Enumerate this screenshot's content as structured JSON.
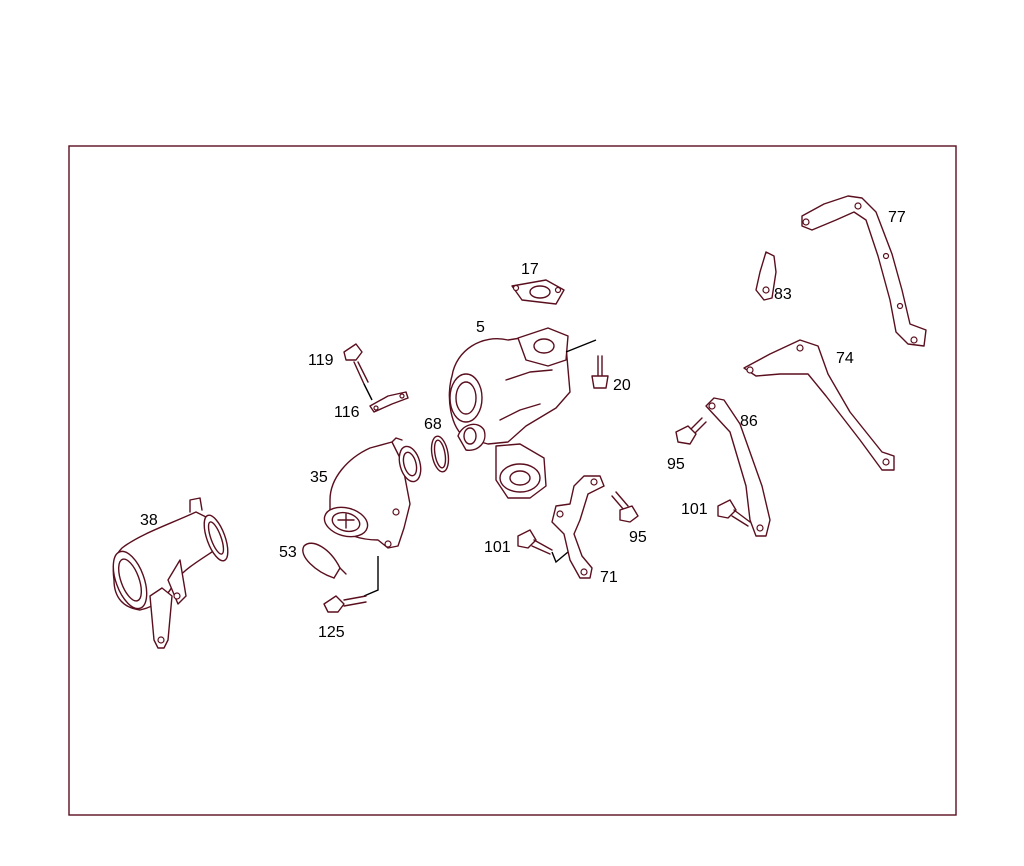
{
  "colors": {
    "frame": "#5a0f1e",
    "line": "#5a0f1e",
    "text": "#000000",
    "background": "#ffffff"
  },
  "callouts": {
    "c5": "5",
    "c17": "17",
    "c20": "20",
    "c35": "35",
    "c38": "38",
    "c53": "53",
    "c68": "68",
    "c71": "71",
    "c74": "74",
    "c77": "77",
    "c83": "83",
    "c86": "86",
    "c95a": "95",
    "c95b": "95",
    "c101a": "101",
    "c101b": "101",
    "c116": "116",
    "c119": "119",
    "c125": "125"
  },
  "parts": [
    "turbocharger",
    "gasket-17",
    "bolt-20",
    "elbow-35",
    "intake-pipe-38",
    "clamp-53",
    "seal-ring-68",
    "bracket-71",
    "bracket-74",
    "bracket-77",
    "clip-83",
    "bracket-86",
    "bolt-95",
    "bolt-101",
    "gasket-116",
    "bolt-119",
    "bolt-125"
  ]
}
